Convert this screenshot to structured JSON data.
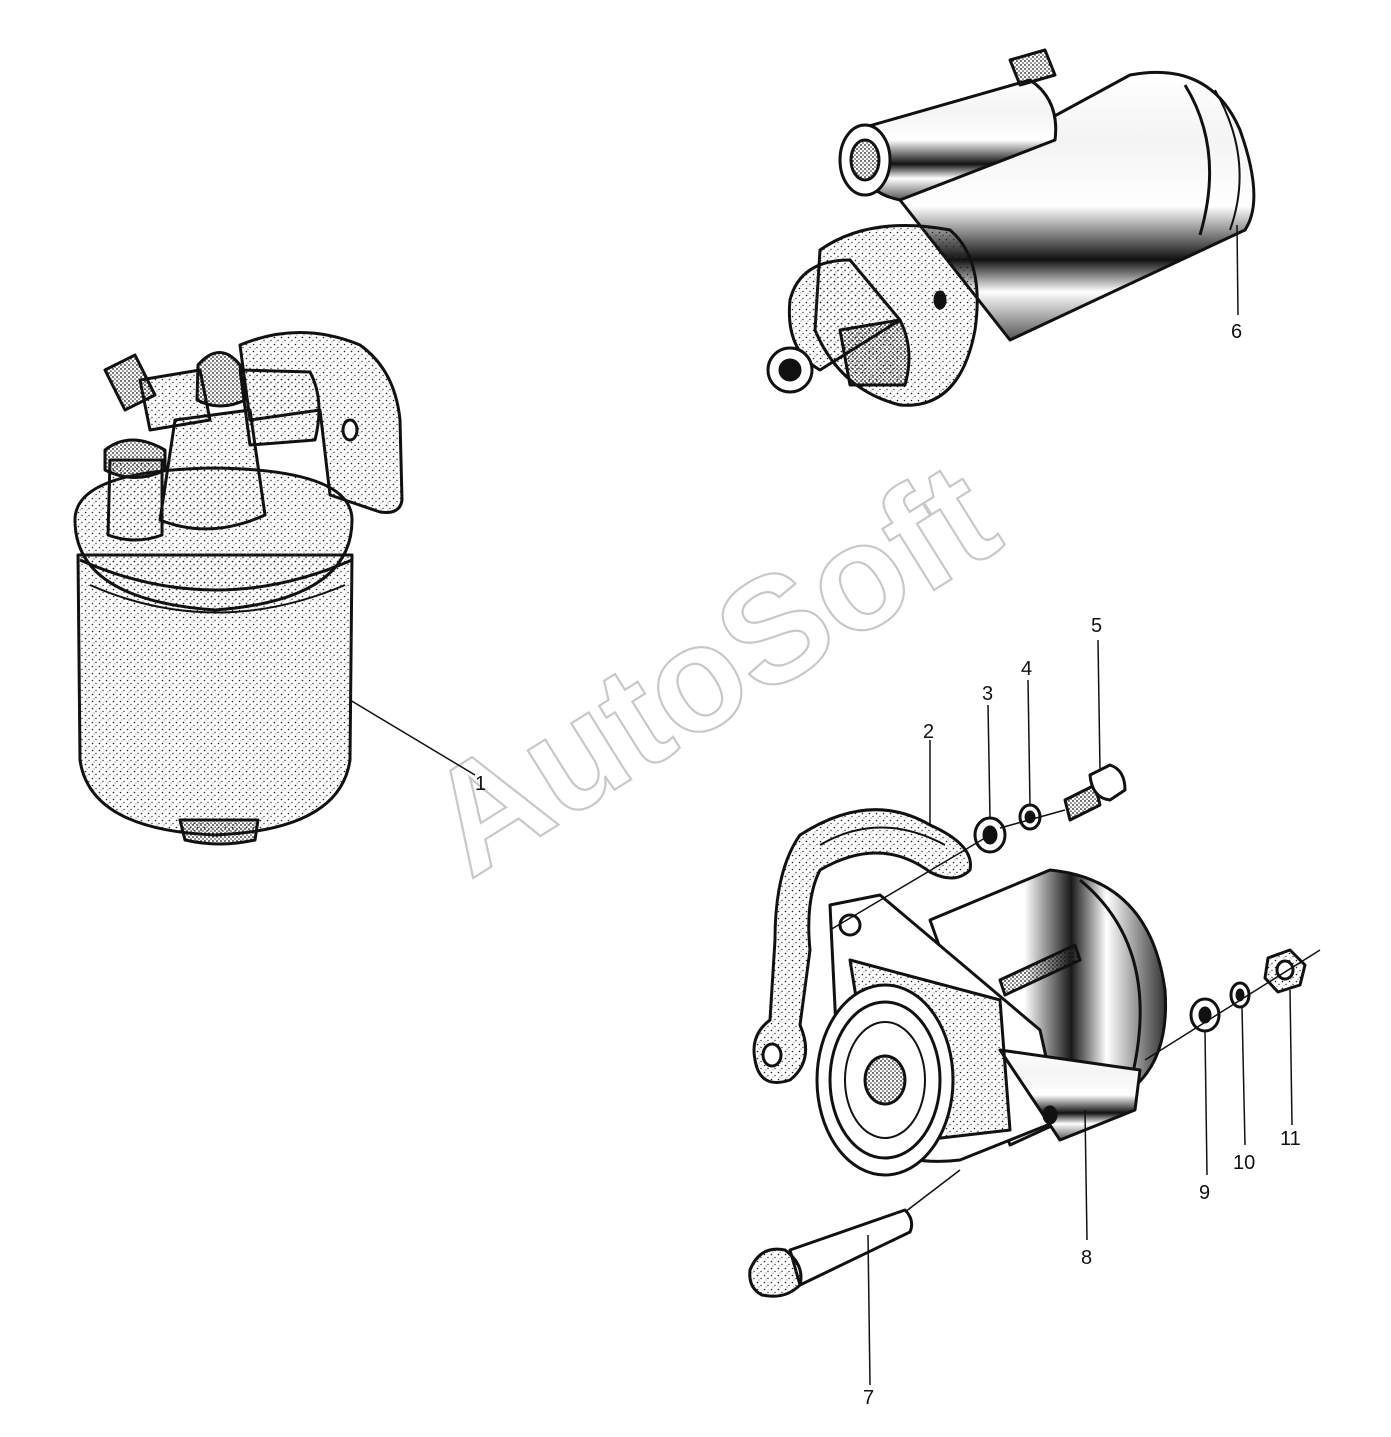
{
  "diagram": {
    "watermark": "AutoSoft",
    "callouts": [
      {
        "id": "1",
        "label": "1"
      },
      {
        "id": "2",
        "label": "2"
      },
      {
        "id": "3",
        "label": "3"
      },
      {
        "id": "4",
        "label": "4"
      },
      {
        "id": "5",
        "label": "5"
      },
      {
        "id": "6",
        "label": "6"
      },
      {
        "id": "7",
        "label": "7"
      },
      {
        "id": "8",
        "label": "8"
      },
      {
        "id": "9",
        "label": "9"
      },
      {
        "id": "10",
        "label": "10"
      },
      {
        "id": "11",
        "label": "11"
      }
    ]
  },
  "colors": {
    "ink": "#111111",
    "paper": "#ffffff",
    "watermark": "#c8c8c8"
  }
}
